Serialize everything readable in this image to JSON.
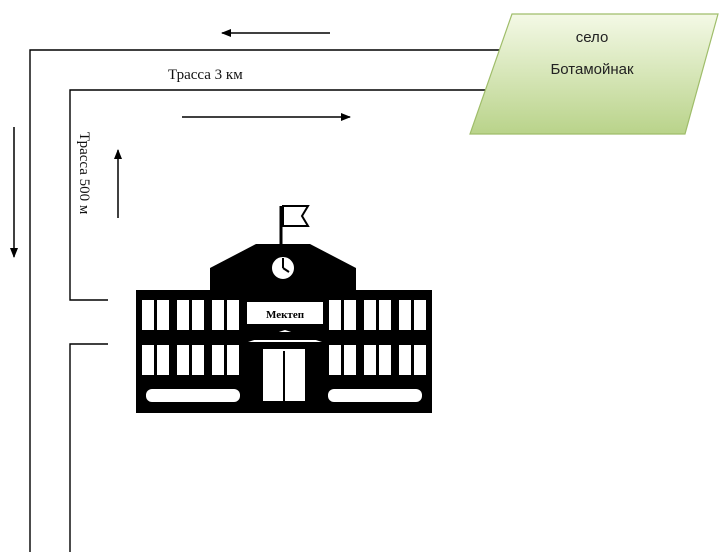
{
  "village": {
    "line1": "село",
    "line2": "Ботамойнак",
    "fill_top": "#f4f9e6",
    "fill_bottom": "#b9d38a",
    "stroke": "#9fbd6a"
  },
  "road_main": {
    "label": "Трасса 3 км"
  },
  "road_side": {
    "label": "Трасса 500 м"
  },
  "school": {
    "sign": "Мектеп",
    "color": "#000000"
  },
  "colors": {
    "road": "#000000",
    "side_label": "#1a237e"
  }
}
